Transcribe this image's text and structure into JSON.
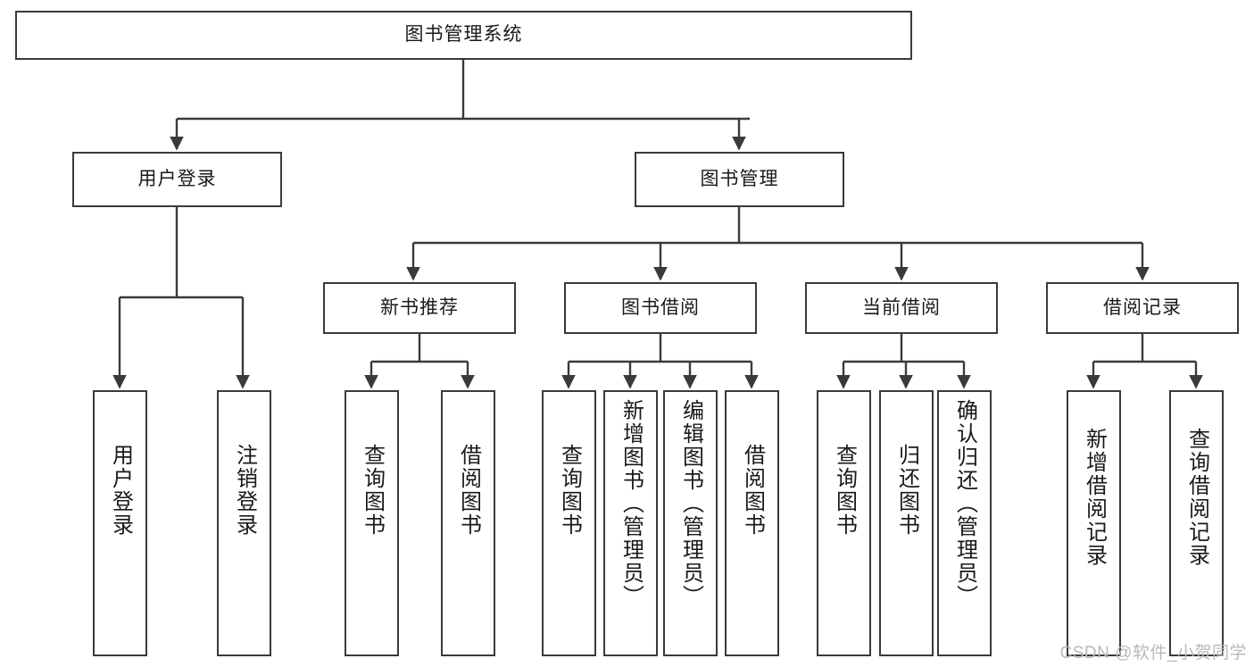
{
  "diagram": {
    "type": "tree-hierarchy",
    "title": "图书管理系统",
    "root": {
      "label": "图书管理系统"
    },
    "level2": [
      {
        "label": "用户登录"
      },
      {
        "label": "图书管理"
      }
    ],
    "level3": [
      {
        "label": "新书推荐"
      },
      {
        "label": "图书借阅"
      },
      {
        "label": "当前借阅"
      },
      {
        "label": "借阅记录"
      }
    ],
    "leaves": {
      "user_login": [
        {
          "label": "用户登录"
        },
        {
          "label": "注销登录"
        }
      ],
      "new_book_recommend": [
        {
          "label": "查询图书"
        },
        {
          "label": "借阅图书"
        }
      ],
      "book_borrow": [
        {
          "label": "查询图书"
        },
        {
          "label": "新增图书（管理员）"
        },
        {
          "label": "编辑图书（管理员）"
        },
        {
          "label": "借阅图书"
        }
      ],
      "current_borrow": [
        {
          "label": "查询图书"
        },
        {
          "label": "归还图书"
        },
        {
          "label": "确认归还（管理员）"
        }
      ],
      "borrow_record": [
        {
          "label": "新增借阅记录"
        },
        {
          "label": "查询借阅记录"
        }
      ]
    }
  },
  "watermark": {
    "text": "CSDN @软件_小贺同学"
  },
  "colors": {
    "stroke": "#3a3a3a",
    "background": "#ffffff",
    "text": "#1a1a1a",
    "watermark": "#b9b9b9"
  }
}
